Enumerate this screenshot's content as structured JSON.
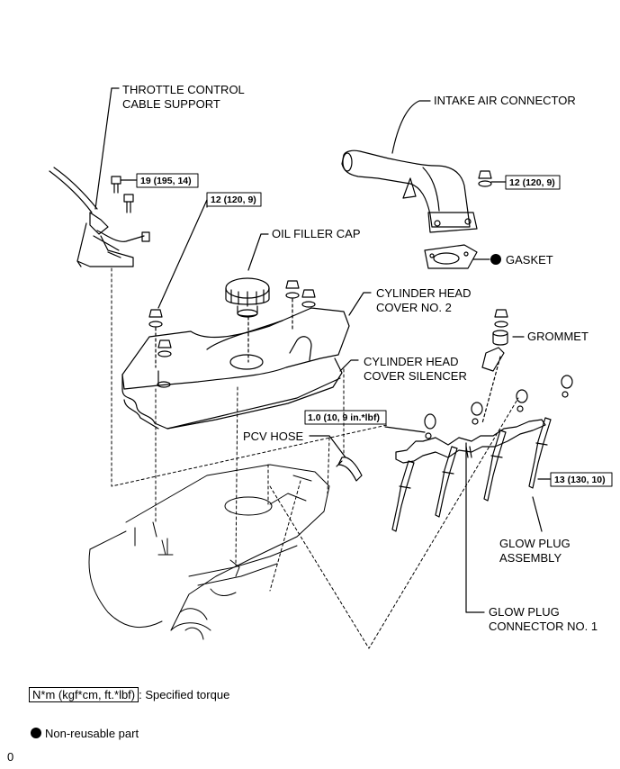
{
  "labels": {
    "throttle_line1": "THROTTLE CONTROL",
    "throttle_line2": "CABLE SUPPORT",
    "intake": "INTAKE AIR CONNECTOR",
    "oil_filler": "OIL FILLER CAP",
    "head_cover_line1": "CYLINDER HEAD",
    "head_cover_line2": "COVER NO. 2",
    "silencer_line1": "CYLINDER HEAD",
    "silencer_line2": "COVER SILENCER",
    "grommet": "GROMMET",
    "gasket": "GASKET",
    "pcv_hose": "PCV HOSE",
    "glow_plug_line1": "GLOW PLUG",
    "glow_plug_line2": "ASSEMBLY",
    "connector_line1": "GLOW PLUG",
    "connector_line2": "CONNECTOR NO. 1"
  },
  "torques": {
    "throttle_bolt": "19 (195, 14)",
    "cover_nut": "12 (120, 9)",
    "intake_nut": "12 (120, 9)",
    "connector_nut": "1.0 (10, 9 in.*lbf)",
    "glow_plug": "13 (130, 10)"
  },
  "legend": {
    "torque_unit": "N*m (kgf*cm, ft.*lbf)",
    "torque_desc": ": Specified torque",
    "non_reusable": "Non-reusable part"
  },
  "page_id": "0"
}
